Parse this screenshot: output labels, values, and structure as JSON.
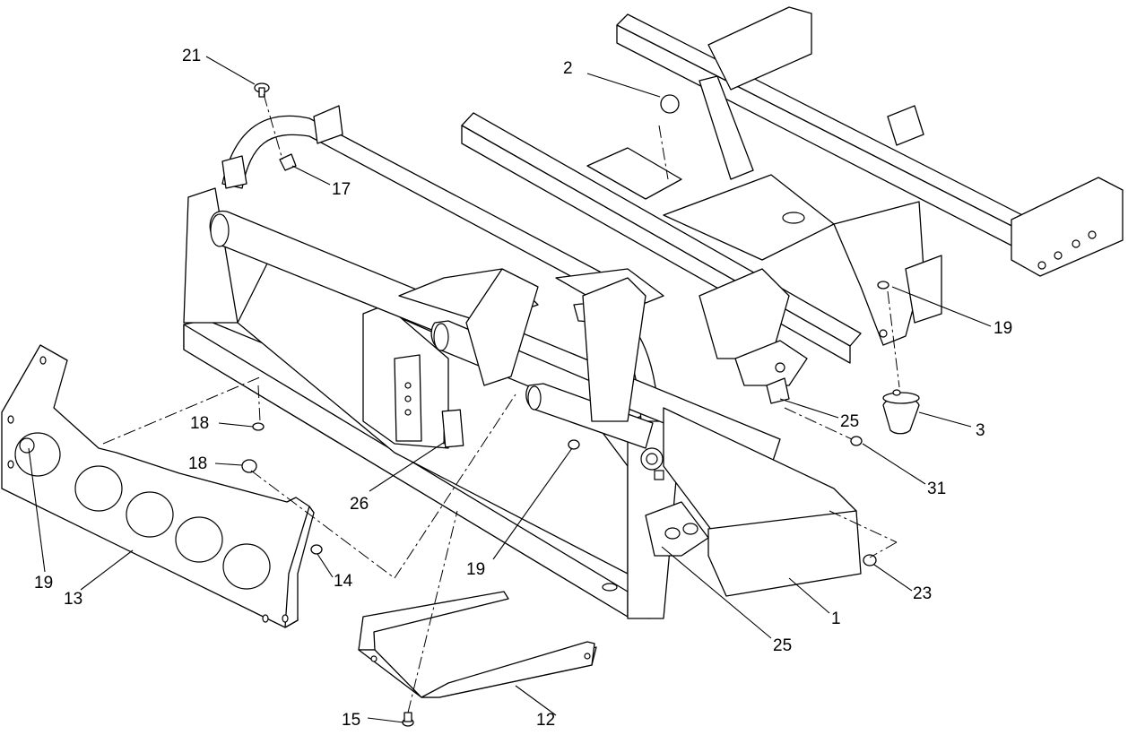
{
  "callouts": [
    {
      "id": "c21",
      "label": "21"
    },
    {
      "id": "c2",
      "label": "2"
    },
    {
      "id": "c17",
      "label": "17"
    },
    {
      "id": "c19a",
      "label": "19"
    },
    {
      "id": "c3",
      "label": "3"
    },
    {
      "id": "c25a",
      "label": "25"
    },
    {
      "id": "c31",
      "label": "31"
    },
    {
      "id": "c18a",
      "label": "18"
    },
    {
      "id": "c18b",
      "label": "18"
    },
    {
      "id": "c26",
      "label": "26"
    },
    {
      "id": "c19b",
      "label": "19"
    },
    {
      "id": "c19c",
      "label": "19"
    },
    {
      "id": "c13",
      "label": "13"
    },
    {
      "id": "c14",
      "label": "14"
    },
    {
      "id": "c23",
      "label": "23"
    },
    {
      "id": "c1",
      "label": "1"
    },
    {
      "id": "c25b",
      "label": "25"
    },
    {
      "id": "c12",
      "label": "12"
    },
    {
      "id": "c15",
      "label": "15"
    }
  ]
}
